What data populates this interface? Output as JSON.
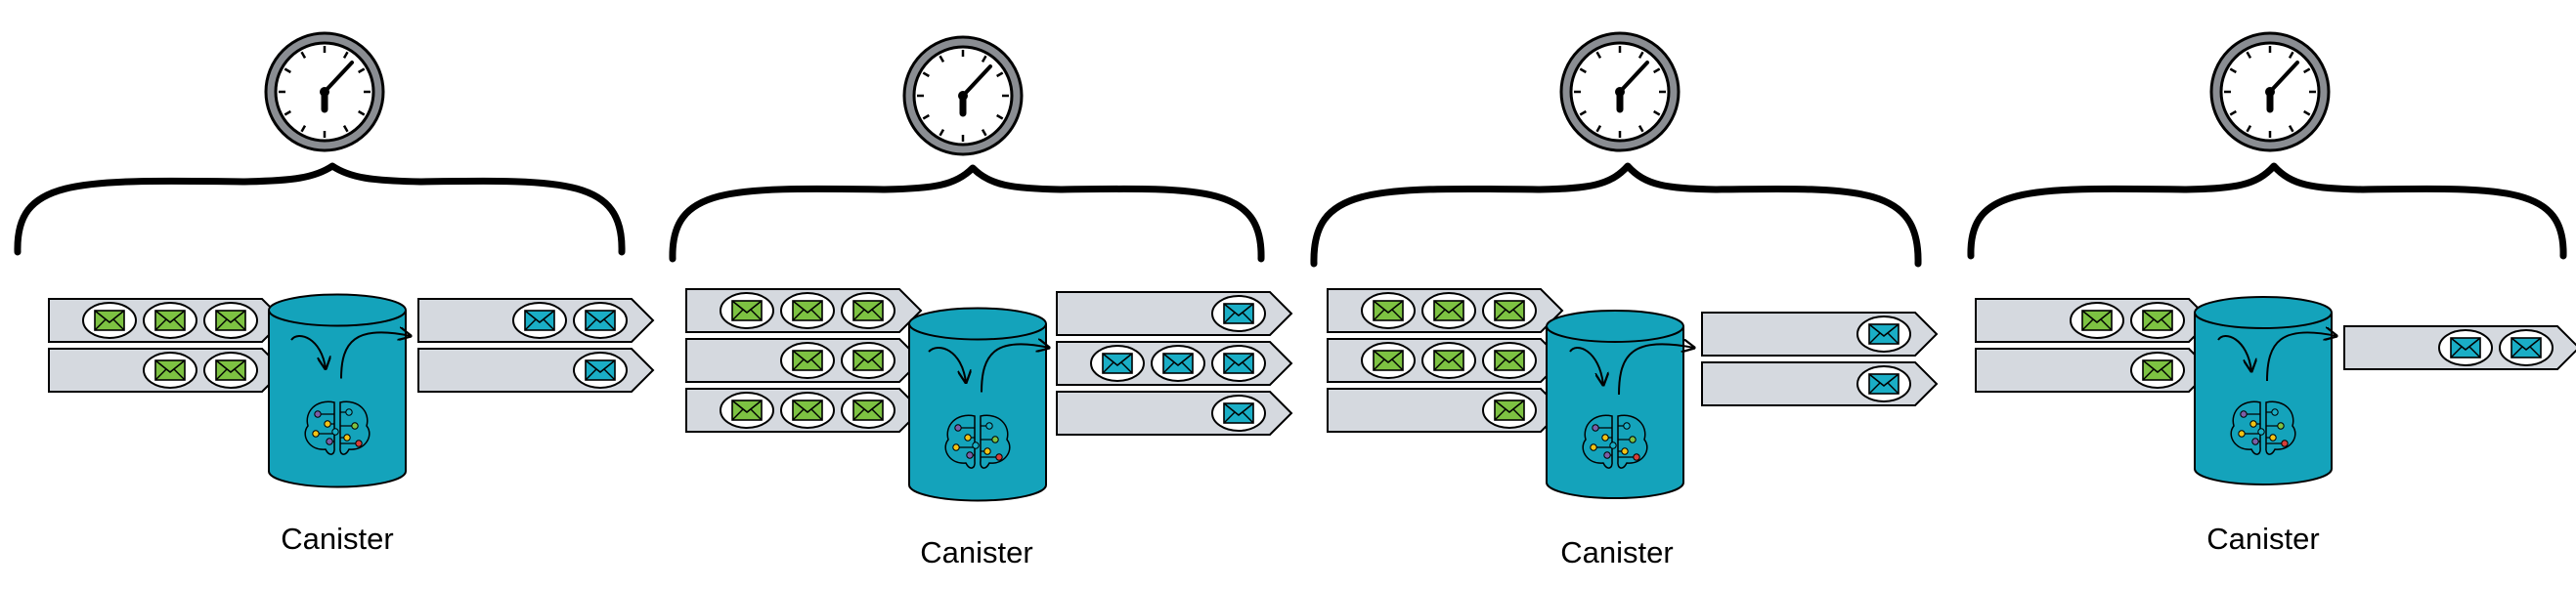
{
  "colors": {
    "queue_fill": "#d5d9df",
    "input_envelope": "#7dc242",
    "output_envelope": "#1aaec6",
    "canister": "#14a3bb",
    "clock_rim": "#8a8d92"
  },
  "icons": [
    "clock-icon",
    "curly-brace",
    "message-queue",
    "envelope-icon",
    "canister-icon",
    "brain-circuit-icon",
    "flow-arrow"
  ],
  "panels": [
    {
      "canister_label": "Canister",
      "input_queues": [
        3,
        2
      ],
      "output_queues": [
        2,
        1
      ]
    },
    {
      "canister_label": "Canister",
      "input_queues": [
        3,
        2,
        3
      ],
      "output_queues": [
        1,
        3,
        1
      ]
    },
    {
      "canister_label": "Canister",
      "input_queues": [
        3,
        3,
        1
      ],
      "output_queues": [
        1,
        1
      ]
    },
    {
      "canister_label": "Canister",
      "input_queues": [
        2,
        1
      ],
      "output_queues": [
        2
      ]
    }
  ]
}
